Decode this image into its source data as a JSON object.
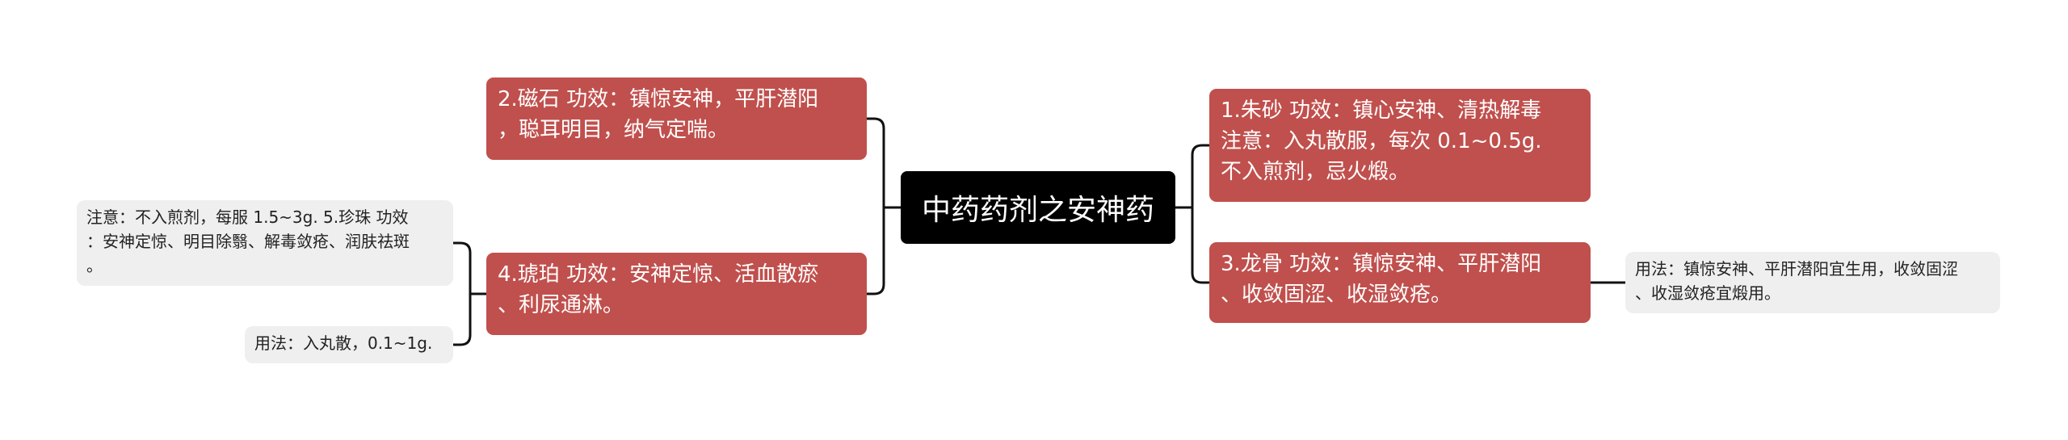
{
  "root": {
    "title": "中药药剂之安神药"
  },
  "branches": {
    "cinnabar": {
      "text": "1.朱砂 功效：镇心安神、清热解毒\n注意：入丸散服，每次 0.1~0.5g.\n不入煎剂，忌火煅。"
    },
    "dragon_bone": {
      "text": "3.龙骨 功效：镇惊安神、平肝潜阳\n、收敛固涩、收湿敛疮。"
    },
    "magnetite": {
      "text": "2.磁石 功效：镇惊安神，平肝潜阳\n，聪耳明目，纳气定喘。"
    },
    "amber": {
      "text": "4.琥珀 功效：安神定惊、活血散瘀\n、利尿通淋。"
    }
  },
  "leaves": {
    "dragon_bone_usage": "用法：镇惊安神、平肝潜阳宜生用，收敛固涩\n、收湿敛疮宜煅用。",
    "amber_note": "注意：不入煎剂，每服 1.5~3g. 5.珍珠 功效\n：安神定惊、明目除翳、解毒敛疮、润肤祛斑\n。",
    "amber_usage": "用法：入丸散，0.1~1g."
  },
  "colors": {
    "root_bg": "#000000",
    "branch_bg": "#c0504d",
    "leaf_bg": "#efefef",
    "line": "#111111"
  }
}
